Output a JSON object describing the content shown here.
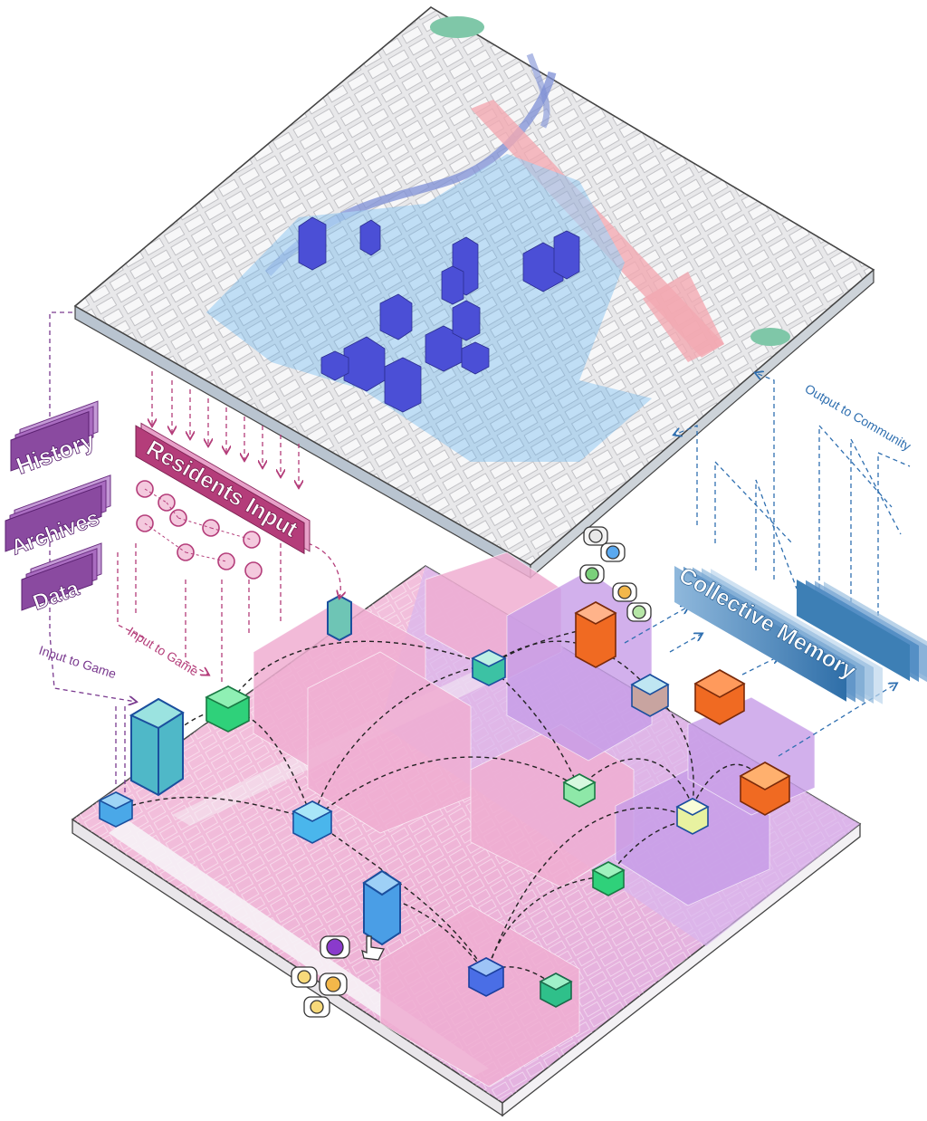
{
  "labels": {
    "history": "History",
    "archives": "Archives",
    "data": "Data",
    "residents_input": "Residents Input",
    "input_to_game_left": "Input to Game",
    "input_to_game_mid": "Input to Game",
    "collective_memory": "Collective Memory",
    "output_to_community": "Output to Community"
  },
  "colors": {
    "history_box": "#8a4aa0",
    "residents_box": "#b43d7a",
    "memory_box": "#3d7fb5",
    "map_block_blue": "#4aa3e8",
    "map_block_indigo": "#4b4fd6",
    "game_pink": "#f2b6d6",
    "game_lilac": "#c9a7ec",
    "cube_green": "#2fd17a",
    "cube_orange": "#f06a22",
    "cube_blue": "#4aa8e8",
    "arrow_purple": "#7a3a8f",
    "arrow_blue": "#2f6fb0"
  },
  "icons": {
    "emoji_cluster_top": [
      "neutral-face-icon",
      "smile-face-icon",
      "grin-face-icon",
      "happy-face-icon",
      "laugh-face-icon"
    ],
    "emoji_cluster_bottom": [
      "devil-face-icon",
      "pointer-hand-icon",
      "dizzy-face-icon",
      "smirk-face-icon",
      "confused-face-icon"
    ],
    "resident_icons": [
      "person-icon"
    ]
  }
}
